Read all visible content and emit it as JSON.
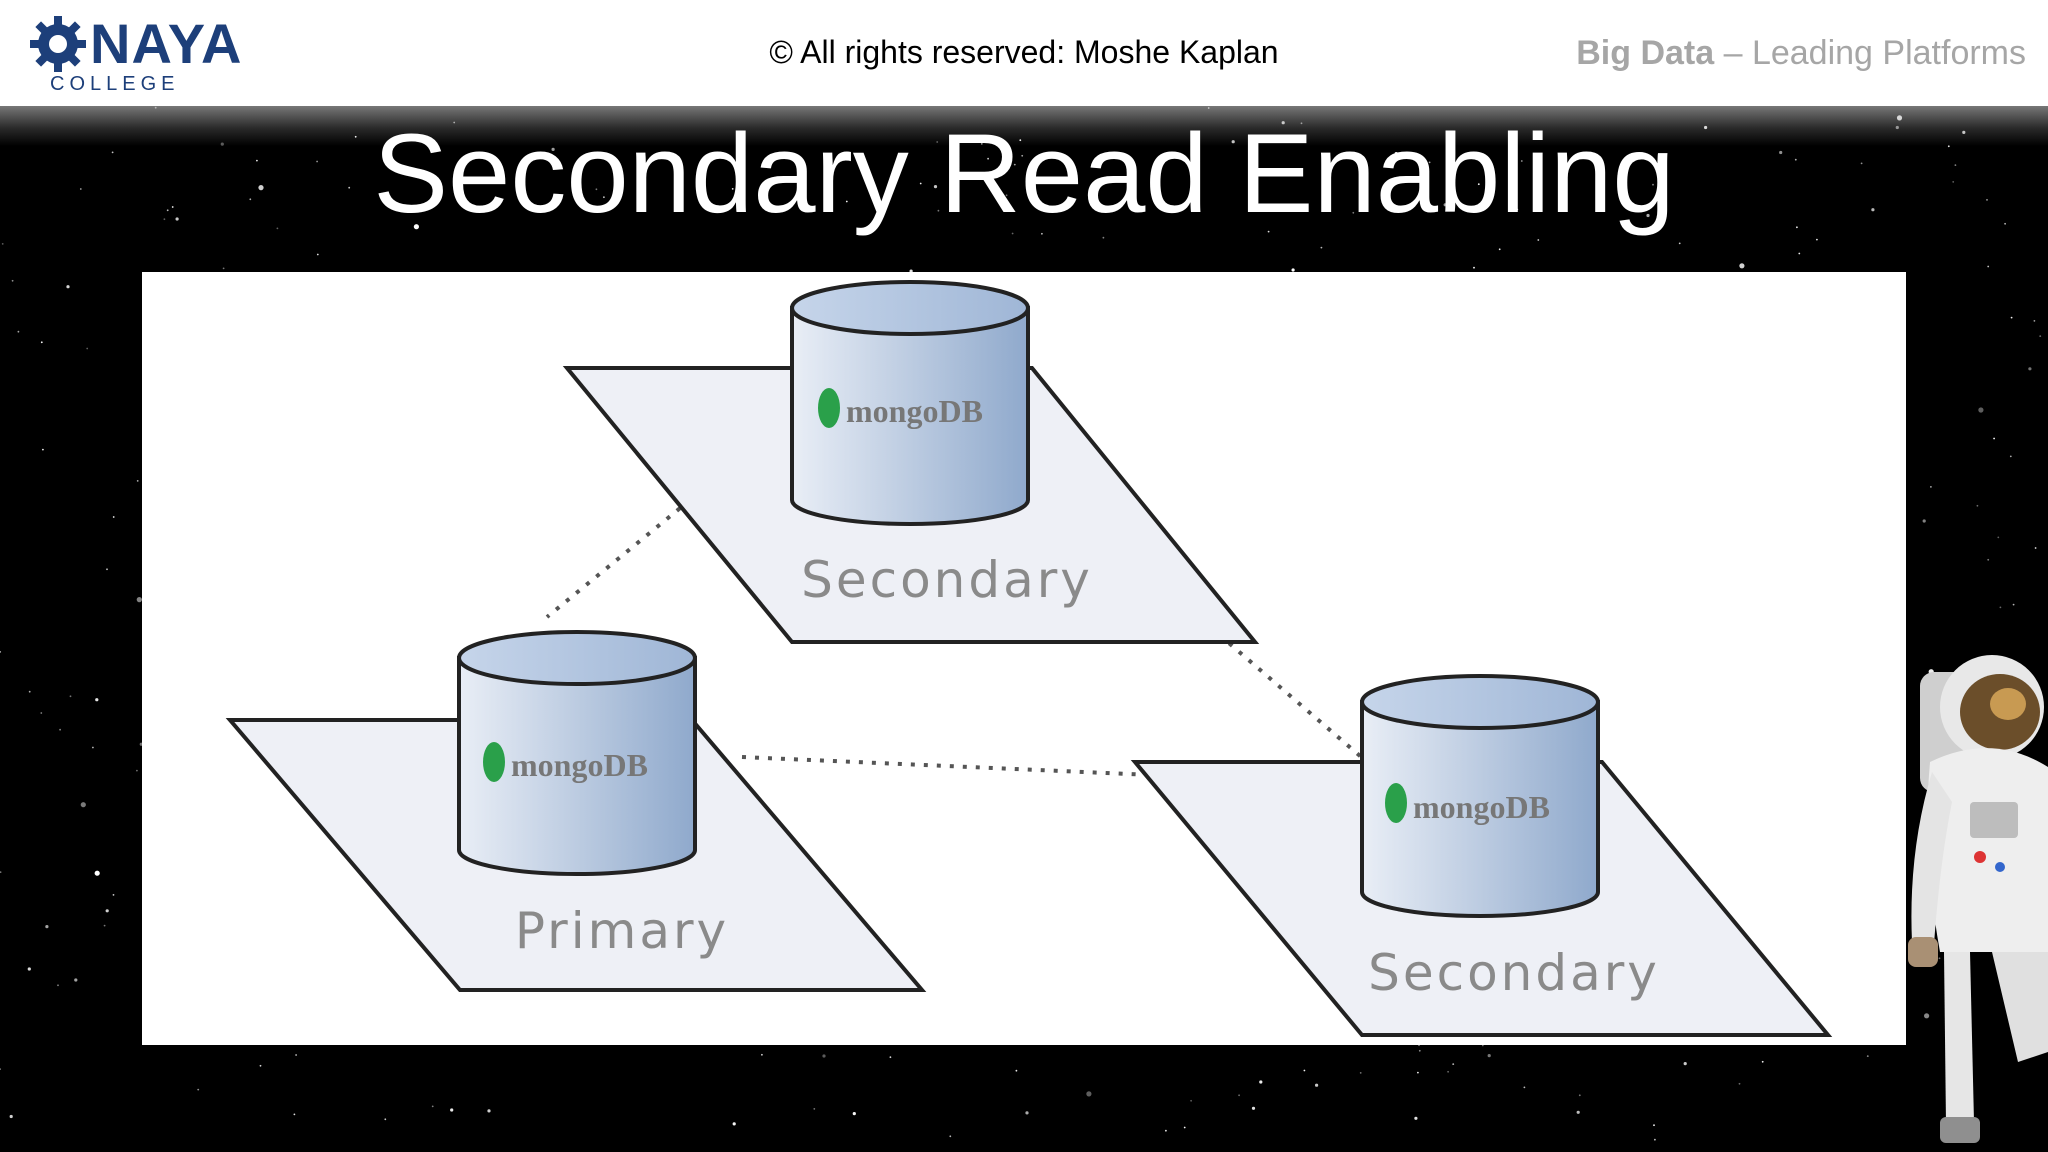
{
  "header": {
    "logo": {
      "word": "NAYA",
      "sub": "COLLEGE"
    },
    "copyright": "© All rights reserved: Moshe Kaplan",
    "course_bold": "Big Data",
    "course_rest": " – Leading Platforms"
  },
  "slide": {
    "title": "Secondary Read Enabling"
  },
  "diagram": {
    "nodes": [
      {
        "role": "Secondary",
        "db_label": "mongoDB"
      },
      {
        "role": "Primary",
        "db_label": "mongoDB"
      },
      {
        "role": "Secondary",
        "db_label": "mongoDB"
      }
    ]
  },
  "colors": {
    "background": "#000000",
    "header": "#ffffff",
    "logo": "#1d3f7a",
    "course_text": "#a6a6a6",
    "platform_fill": "#eef0f6",
    "db_gradient_light": "#e9eef6",
    "db_gradient_dark": "#8fa9cc",
    "mongo_leaf": "#2aa04a"
  }
}
